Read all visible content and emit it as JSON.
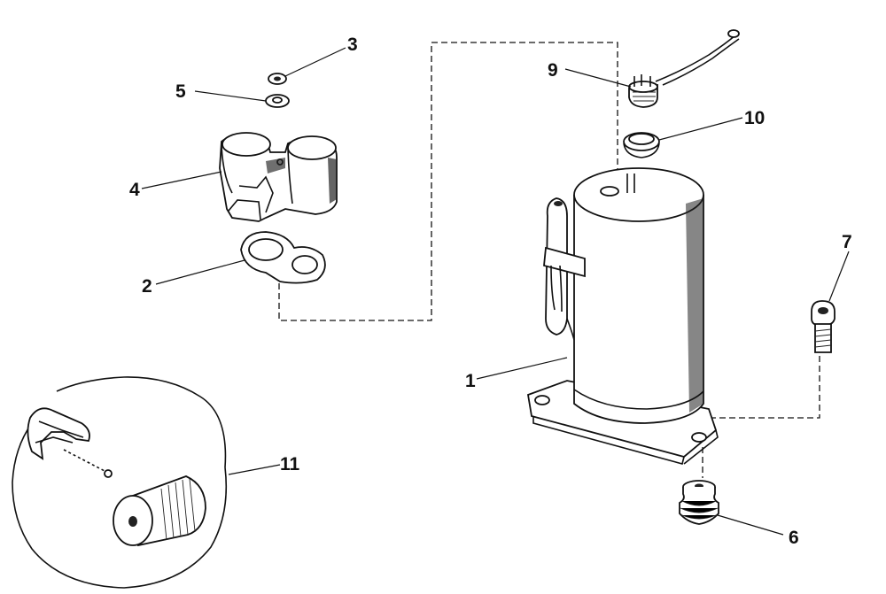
{
  "callouts": {
    "n1": "1",
    "n2": "2",
    "n3": "3",
    "n4": "4",
    "n5": "5",
    "n6": "6",
    "n7": "7",
    "n9": "9",
    "n10": "10",
    "n11": "11"
  },
  "colors": {
    "ink": "#111111",
    "paper": "#ffffff"
  }
}
